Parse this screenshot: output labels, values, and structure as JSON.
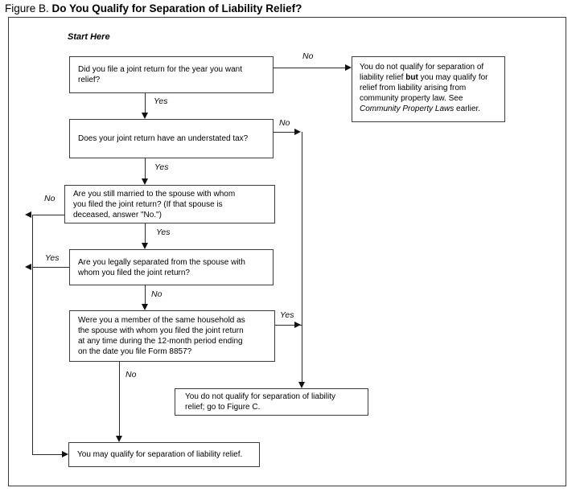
{
  "figure": {
    "label": "Figure B. ",
    "title": "Do You Qualify for Separation of Liability Relief?"
  },
  "start_label": "Start Here",
  "nodes": {
    "q1": {
      "text": "Did you file a joint return for the year you want\nrelief?"
    },
    "q2": {
      "text": "Does your joint return have an understated tax?"
    },
    "q3": {
      "text": "Are you still married to the spouse with whom\nyou filed the joint return? (If that spouse is\ndeceased, answer \"No.\")"
    },
    "q4": {
      "text": "Are you legally separated from the spouse with\nwhom you filed the joint return?"
    },
    "q5": {
      "text": "Were you a member of the same household as\nthe spouse with whom you filed the joint return\nat any time during the 12-month period ending\non the date you file Form 8857?"
    },
    "result_no_community": {
      "segments": [
        {
          "text": "You do not qualify for separation of liability relief ",
          "style": "normal"
        },
        {
          "text": "but",
          "style": "bold"
        },
        {
          "text": " you may qualify for relief from liability arising from community property law. See ",
          "style": "normal"
        },
        {
          "text": "Community Property Laws",
          "style": "italic"
        },
        {
          "text": " earlier.",
          "style": "normal"
        }
      ]
    },
    "result_figure_c": {
      "text": "You do not qualify for separation of liability\nrelief; go to Figure C."
    },
    "result_qualify": {
      "text": "You may qualify for separation of liability relief."
    }
  },
  "edge_labels": {
    "q1_no": "No",
    "q1_yes": "Yes",
    "q2_no": "No",
    "q2_yes": "Yes",
    "q3_no": "No",
    "q3_yes": "Yes",
    "q4_yes": "Yes",
    "q4_no": "No",
    "q5_yes": "Yes",
    "q5_no": "No"
  },
  "palette": {
    "ink": "#1a1a1a",
    "background": "#ffffff"
  }
}
